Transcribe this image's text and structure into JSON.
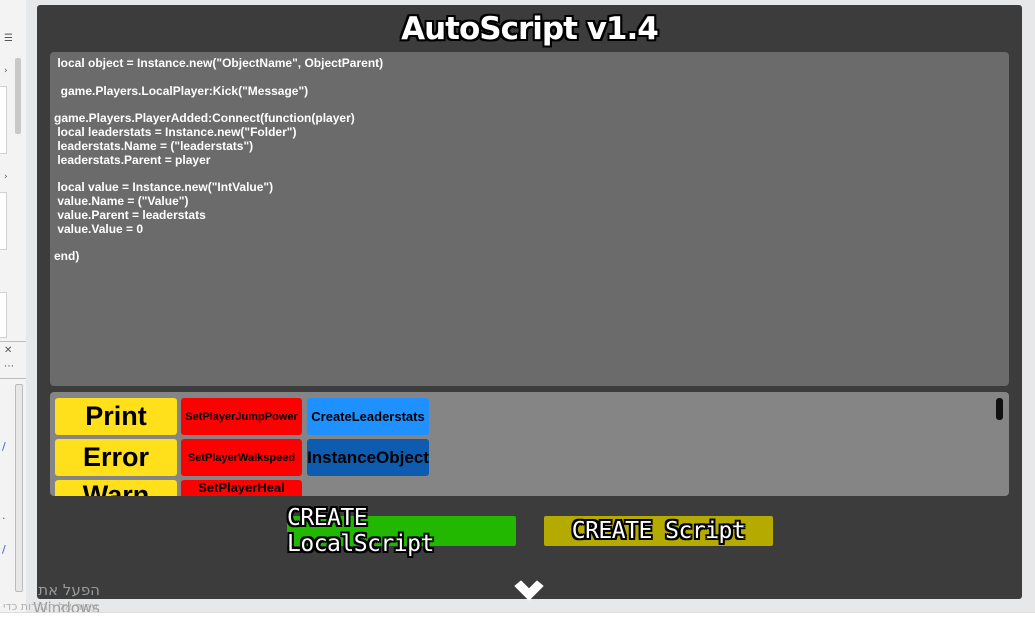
{
  "app": {
    "title": "AutoScript v1.4"
  },
  "code_editor": {
    "text": " local object = Instance.new(\"ObjectName\", ObjectParent)\n\n  game.Players.LocalPlayer:Kick(\"Message\")\n\ngame.Players.PlayerAdded:Connect(function(player)\n local leaderstats = Instance.new(\"Folder\")\n leaderstats.Name = (\"leaderstats\")\n leaderstats.Parent = player\n\n local value = Instance.new(\"IntValue\")\n value.Name = (\"Value\")\n value.Parent = leaderstats\n value.Value = 0\n\nend)"
  },
  "snippets": {
    "col1": [
      "Print",
      "Error",
      "Warn"
    ],
    "col2": [
      "SetPlayerJumpPower",
      "SetPlayerWalkspeed",
      "SetPlayerHeal"
    ],
    "col3": [
      "CreateLeaderstats",
      "InstanceObject"
    ]
  },
  "actions": {
    "create_local": "CREATE LocalScript",
    "create_script": "CREATE Script"
  },
  "overlay": {
    "activate_text": "הפעל את Windows",
    "activate_sub": "עבור אל הגדרות כדי"
  },
  "icons": {
    "collapse": "chevron-down-icon",
    "settings": "sliders-icon",
    "close": "close-icon",
    "more": "more-icon"
  },
  "colors": {
    "panel": "#3c3c3c",
    "code_bg": "#6b6b6b",
    "yellow": "#ffe01a",
    "red": "#ff0000",
    "blue": "#1e90ff",
    "dark_blue": "#0d5cb0",
    "green": "#22b800",
    "olive": "#b5ab00"
  }
}
